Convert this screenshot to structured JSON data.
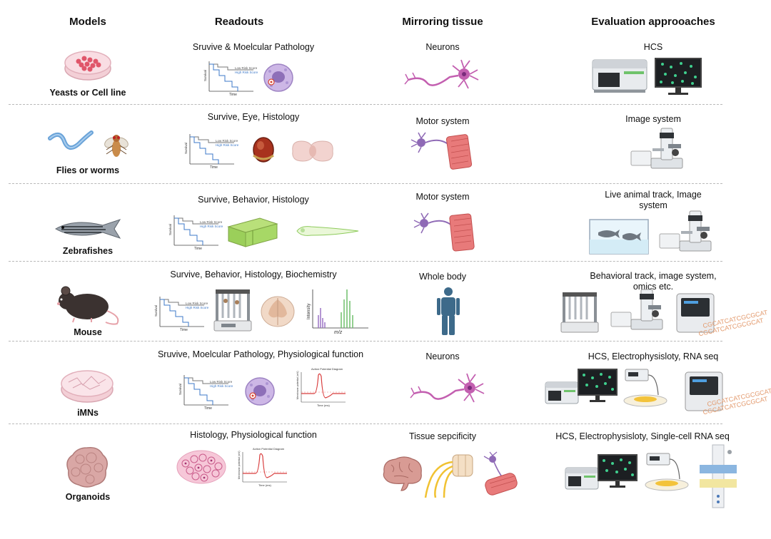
{
  "headers": {
    "models": "Models",
    "readouts": "Readouts",
    "tissue": "Mirroring tissue",
    "evaluation": "Evaluation approoaches"
  },
  "km_plot": {
    "legend_low": "Low Risk Score",
    "legend_high": "High Risk Score",
    "xlabel": "Time",
    "ylabel": "Survival"
  },
  "ms_plot": {
    "ylabel": "Intensity",
    "xlabel": "m/z"
  },
  "ap_plot": {
    "title": "Action Potential Diagram",
    "xlabel": "Time (ms)",
    "ylabel": "Membrane potential (mV)"
  },
  "dna_text": "CGCATCATCGCGCAT",
  "rows": [
    {
      "model": "Yeasts or Cell line",
      "readout": "Sruvive & Moelcular Pathology",
      "tissue": "Neurons",
      "evaluation": "HCS"
    },
    {
      "model": "Flies or worms",
      "readout": "Survive, Eye, Histology",
      "tissue": "Motor system",
      "evaluation": "Image system"
    },
    {
      "model": "Zebrafishes",
      "readout": "Survive, Behavior, Histology",
      "tissue": "Motor system",
      "evaluation_line1": "Live animal track, Image",
      "evaluation_line2": "system"
    },
    {
      "model": "Mouse",
      "readout": "Survive, Behavior, Histology, Biochemistry",
      "tissue": "Whole body",
      "evaluation_line1": "Behavioral track, image system,",
      "evaluation_line2": "omics etc."
    },
    {
      "model": "iMNs",
      "readout": "Sruvive, Moelcular Pathology, Physiological function",
      "tissue": "Neurons",
      "evaluation": "HCS, Electrophysisloty, RNA seq"
    },
    {
      "model": "Organoids",
      "readout": "Histology, Physiological function",
      "tissue": "Tissue sepcificity",
      "evaluation": "HCS, Electrophysisloty, Single-cell RNA seq"
    }
  ]
}
